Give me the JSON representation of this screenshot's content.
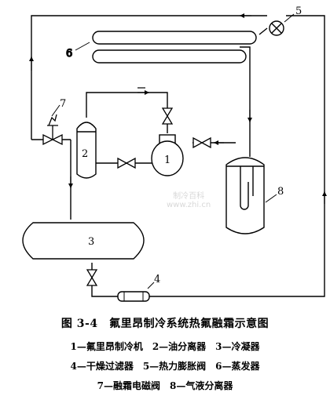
{
  "figure": {
    "title": "图 3-4　氟里昂制冷系统热氟融霜示意图",
    "legend_lines": [
      "1—氟里昂制冷机　2—油分离器　3—冷凝器",
      "4—干燥过滤器　5—热力膨胀阀　6—蒸发器",
      "7—融霜电磁阀　8—气液分离器"
    ]
  },
  "labels": {
    "compressor": "1",
    "oil_separator": "2",
    "condenser": "3",
    "dryer_filter": "4",
    "expansion_valve": "5",
    "evaporator": "6",
    "solenoid_valve": "7",
    "gas_liquid_separator": "8"
  },
  "watermark": {
    "line1": "制冷百科",
    "line2": "www.zhi.cn"
  }
}
